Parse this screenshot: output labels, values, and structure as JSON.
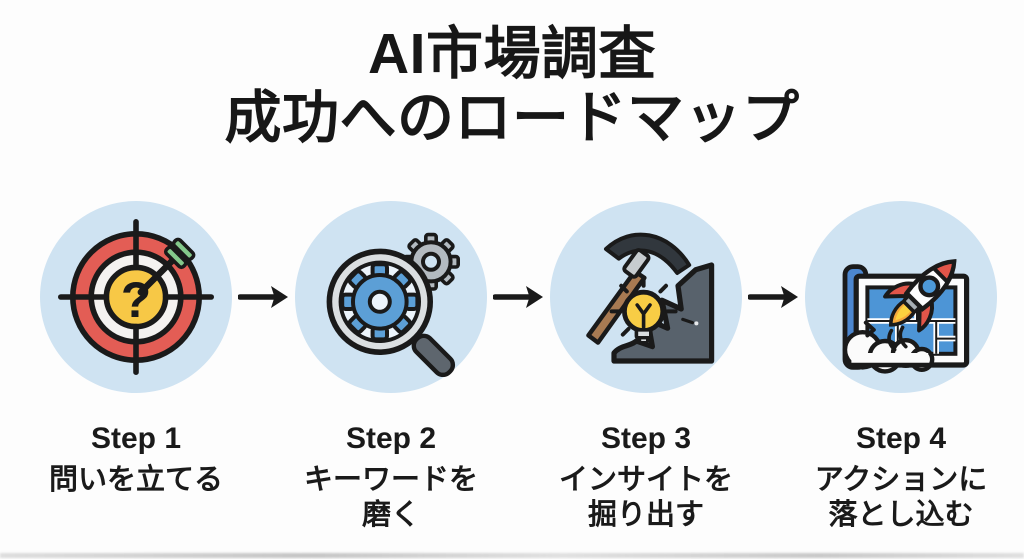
{
  "title": {
    "line1": "AI市場調査",
    "line2": "成功へのロードマップ"
  },
  "steps": [
    {
      "label": "Step 1",
      "description_lines": [
        "問いを立てる"
      ],
      "icon": "target-question-icon"
    },
    {
      "label": "Step 2",
      "description_lines": [
        "キーワードを",
        "磨く"
      ],
      "icon": "magnifier-gears-icon"
    },
    {
      "label": "Step 3",
      "description_lines": [
        "インサイトを",
        "掘り出す"
      ],
      "icon": "pickaxe-lightbulb-icon"
    },
    {
      "label": "Step 4",
      "description_lines": [
        "アクションに",
        "落とし込む"
      ],
      "icon": "rocket-map-icon"
    }
  ],
  "flow_arrow_icon": "arrow-right-icon",
  "colors": {
    "background": "#fdfdfd",
    "circle_background": "#cfe3f2",
    "ink": "#1a1a1a",
    "target_red": "#e35d55",
    "target_ring_white": "#f4f2f0",
    "target_yellow": "#f7c846",
    "feather_green": "#84c98b",
    "gear_blue": "#5c9fd6",
    "gear_gray": "#b3bac0",
    "rim_gray": "#dbdfe1",
    "lens_fill": "#ecf4fb",
    "handle_gray": "#5e666e",
    "bulb_yellow": "#f8cd45",
    "bulb_base_gray": "#d9dddf",
    "rock_gray": "#58626c",
    "pickaxe_brown": "#a87a52",
    "pickaxe_head": "#31373d",
    "ferrule_gray": "#c7cccf",
    "rocket_red": "#e25549",
    "rocket_white": "#fdfdfd",
    "window_blue": "#4d9ad9",
    "map_blue": "#4d95d6",
    "fold_blue": "#4c86ce",
    "sheet_white": "#fcfcfc",
    "cloud_white": "#fbfbfb",
    "flame_orange": "#f5a83c",
    "flame_yellow": "#fbd23f"
  }
}
